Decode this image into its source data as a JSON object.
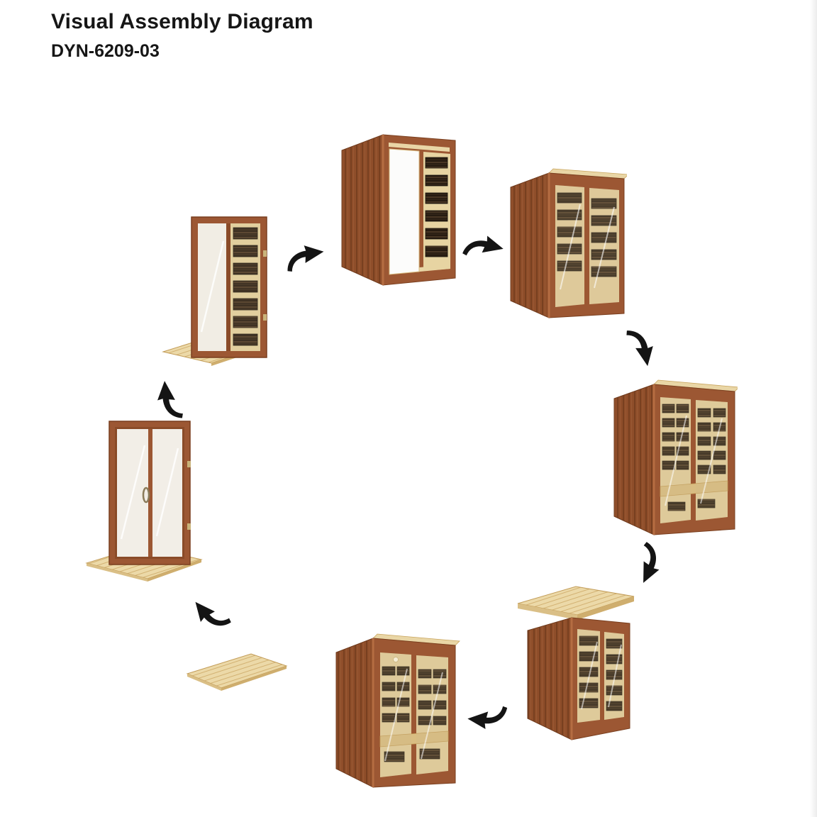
{
  "page": {
    "title": "Visual Assembly Diagram",
    "model": "DYN-6209-03"
  },
  "colors": {
    "background": "#ffffff",
    "frame_wood": "#9c5733",
    "frame_shadow": "#7a3f1f",
    "side_wall_wood": "#8f4e2a",
    "light_wood": "#ecd9a8",
    "slat_line": "#d2b172",
    "heater_panel": "#261b11",
    "heater_stripe": "#6b5236",
    "glass_tint": "#cbb78e",
    "hardware_brass": "#c9b37a",
    "arrow": "#141414"
  },
  "diagram": {
    "flow": "circular",
    "steps": [
      {
        "order": 1,
        "id": "floor-panel",
        "depicts": "slatted floor panel"
      },
      {
        "order": 2,
        "id": "door-wall-on-floor",
        "depicts": "glass door wall standing on floor panel"
      },
      {
        "order": 3,
        "id": "heater-wall-on-floor",
        "depicts": "door wall with heater panels on floor base"
      },
      {
        "order": 4,
        "id": "front-and-side-wall",
        "depicts": "front wall joined with side wall"
      },
      {
        "order": 5,
        "id": "three-walls",
        "depicts": "three walls assembled, open top"
      },
      {
        "order": 6,
        "id": "four-walls",
        "depicts": "all four walls assembled with heaters and bench"
      },
      {
        "order": 7,
        "id": "roof-panel-added",
        "depicts": "roof panel placed on cabin"
      },
      {
        "order": 8,
        "id": "assembled-sauna",
        "depicts": "completed sauna cabin"
      }
    ],
    "arrows": [
      {
        "from": "floor-panel",
        "to": "door-wall-on-floor"
      },
      {
        "from": "door-wall-on-floor",
        "to": "heater-wall-on-floor"
      },
      {
        "from": "heater-wall-on-floor",
        "to": "front-and-side-wall"
      },
      {
        "from": "front-and-side-wall",
        "to": "three-walls"
      },
      {
        "from": "three-walls",
        "to": "four-walls"
      },
      {
        "from": "four-walls",
        "to": "roof-panel-added"
      },
      {
        "from": "roof-panel-added",
        "to": "assembled-sauna"
      }
    ]
  }
}
